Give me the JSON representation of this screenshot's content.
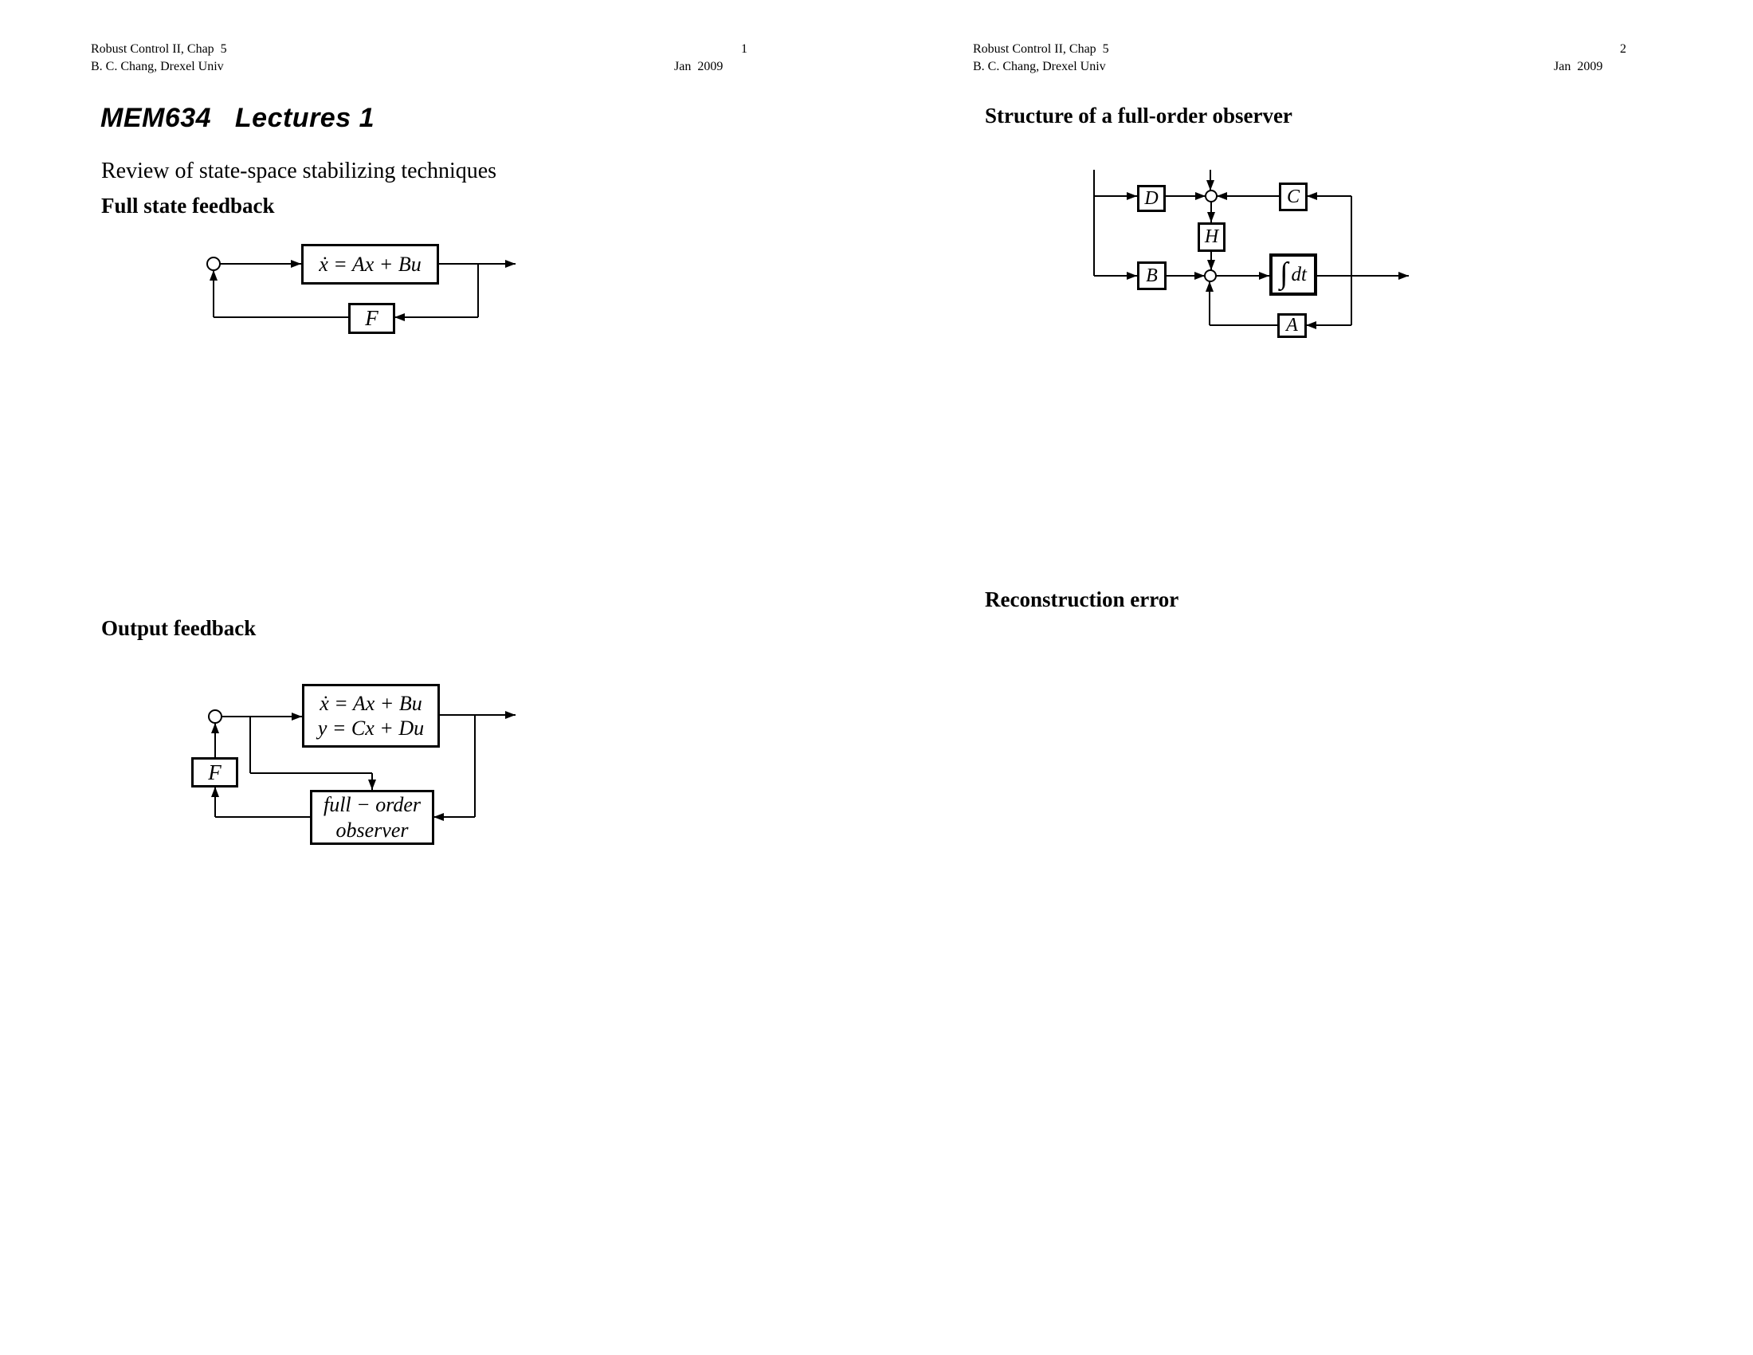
{
  "pages": [
    {
      "header": {
        "course": "Robust Control II, Chap  5",
        "author": "B. C. Chang, Drexel Univ",
        "page_number": "1",
        "date": "Jan  2009"
      },
      "title": "MEM634   Lectures 1",
      "subtitle": "Review of state-space stabilizing techniques",
      "sections": {
        "full_state": "Full state feedback",
        "output": "Output feedback"
      },
      "diagram_full_state": {
        "plant": "ẋ = Ax + Bu",
        "gain": "F"
      },
      "diagram_output": {
        "plant_line1": "ẋ = Ax + Bu",
        "plant_line2": "y = Cx + Du",
        "gain": "F",
        "observer_line1": "full − order",
        "observer_line2": "observer"
      }
    },
    {
      "header": {
        "course": "Robust Control II, Chap  5",
        "author": "B. C. Chang, Drexel Univ",
        "page_number": "2",
        "date": "Jan  2009"
      },
      "title": "Structure of a full-order observer",
      "section_reconstruction": "Reconstruction error",
      "diagram_observer": {
        "block_d": "D",
        "block_c": "C",
        "block_h": "H",
        "block_b": "B",
        "integrator_sign": "∫",
        "integrator_label": "dt",
        "block_a": "A"
      }
    }
  ]
}
